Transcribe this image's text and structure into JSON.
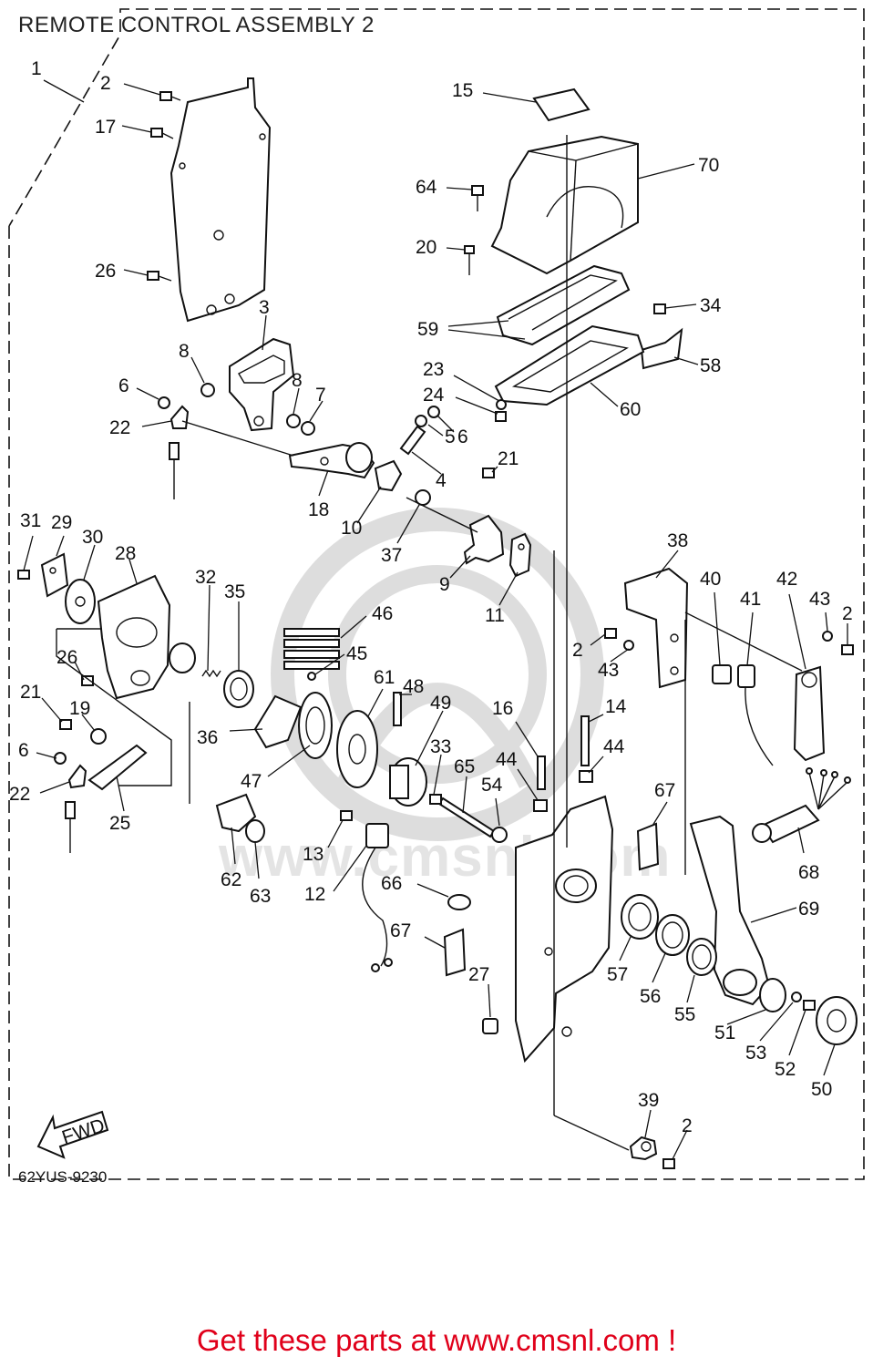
{
  "header": {
    "title": "REMOTE CONTROL ASSEMBLY 2"
  },
  "footer": {
    "doc_code": "62YUS-9230",
    "link_text": "Get these parts at www.cmsnl.com !"
  },
  "watermark": {
    "text": "www.cmsnl.com"
  },
  "compass": {
    "label": "FWD"
  },
  "callouts": [
    {
      "n": "1"
    },
    {
      "n": "2"
    },
    {
      "n": "17"
    },
    {
      "n": "26"
    },
    {
      "n": "3"
    },
    {
      "n": "8"
    },
    {
      "n": "8"
    },
    {
      "n": "7"
    },
    {
      "n": "6"
    },
    {
      "n": "22"
    },
    {
      "n": "18"
    },
    {
      "n": "10"
    },
    {
      "n": "5"
    },
    {
      "n": "4"
    },
    {
      "n": "6"
    },
    {
      "n": "37"
    },
    {
      "n": "21"
    },
    {
      "n": "9"
    },
    {
      "n": "11"
    },
    {
      "n": "15"
    },
    {
      "n": "70"
    },
    {
      "n": "64"
    },
    {
      "n": "20"
    },
    {
      "n": "34"
    },
    {
      "n": "59"
    },
    {
      "n": "58"
    },
    {
      "n": "23"
    },
    {
      "n": "24"
    },
    {
      "n": "60"
    },
    {
      "n": "31"
    },
    {
      "n": "29"
    },
    {
      "n": "30"
    },
    {
      "n": "28"
    },
    {
      "n": "32"
    },
    {
      "n": "35"
    },
    {
      "n": "46"
    },
    {
      "n": "45"
    },
    {
      "n": "26"
    },
    {
      "n": "21"
    },
    {
      "n": "19"
    },
    {
      "n": "6"
    },
    {
      "n": "22"
    },
    {
      "n": "25"
    },
    {
      "n": "36"
    },
    {
      "n": "47"
    },
    {
      "n": "61"
    },
    {
      "n": "48"
    },
    {
      "n": "49"
    },
    {
      "n": "33"
    },
    {
      "n": "62"
    },
    {
      "n": "63"
    },
    {
      "n": "13"
    },
    {
      "n": "12"
    },
    {
      "n": "66"
    },
    {
      "n": "67"
    },
    {
      "n": "65"
    },
    {
      "n": "54"
    },
    {
      "n": "16"
    },
    {
      "n": "44"
    },
    {
      "n": "14"
    },
    {
      "n": "44"
    },
    {
      "n": "67"
    },
    {
      "n": "27"
    },
    {
      "n": "38"
    },
    {
      "n": "40"
    },
    {
      "n": "41"
    },
    {
      "n": "42"
    },
    {
      "n": "43"
    },
    {
      "n": "2"
    },
    {
      "n": "2"
    },
    {
      "n": "43"
    },
    {
      "n": "68"
    },
    {
      "n": "69"
    },
    {
      "n": "57"
    },
    {
      "n": "56"
    },
    {
      "n": "55"
    },
    {
      "n": "51"
    },
    {
      "n": "53"
    },
    {
      "n": "52"
    },
    {
      "n": "50"
    },
    {
      "n": "39"
    },
    {
      "n": "2"
    }
  ]
}
